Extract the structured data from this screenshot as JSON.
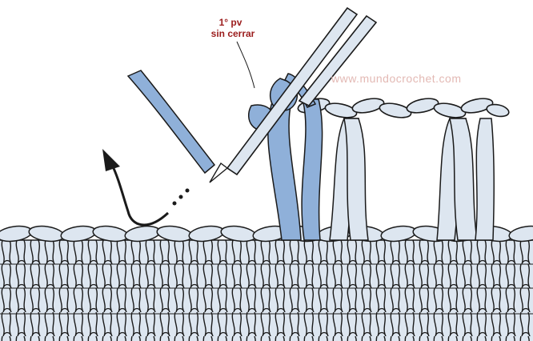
{
  "annotation": {
    "line1": "1° pv",
    "line2": "sin cerrar"
  },
  "watermark": "www.mundocrochet.com",
  "colors": {
    "highlight_yarn": "#8fb0d9",
    "fabric_fill": "#dde6f0",
    "outline": "#1a1a1a",
    "annotation_text": "#9b1c1c",
    "watermark_text": "#e3b9b4"
  },
  "icons": [
    "crochet-hook-icon",
    "arrow-icon"
  ]
}
